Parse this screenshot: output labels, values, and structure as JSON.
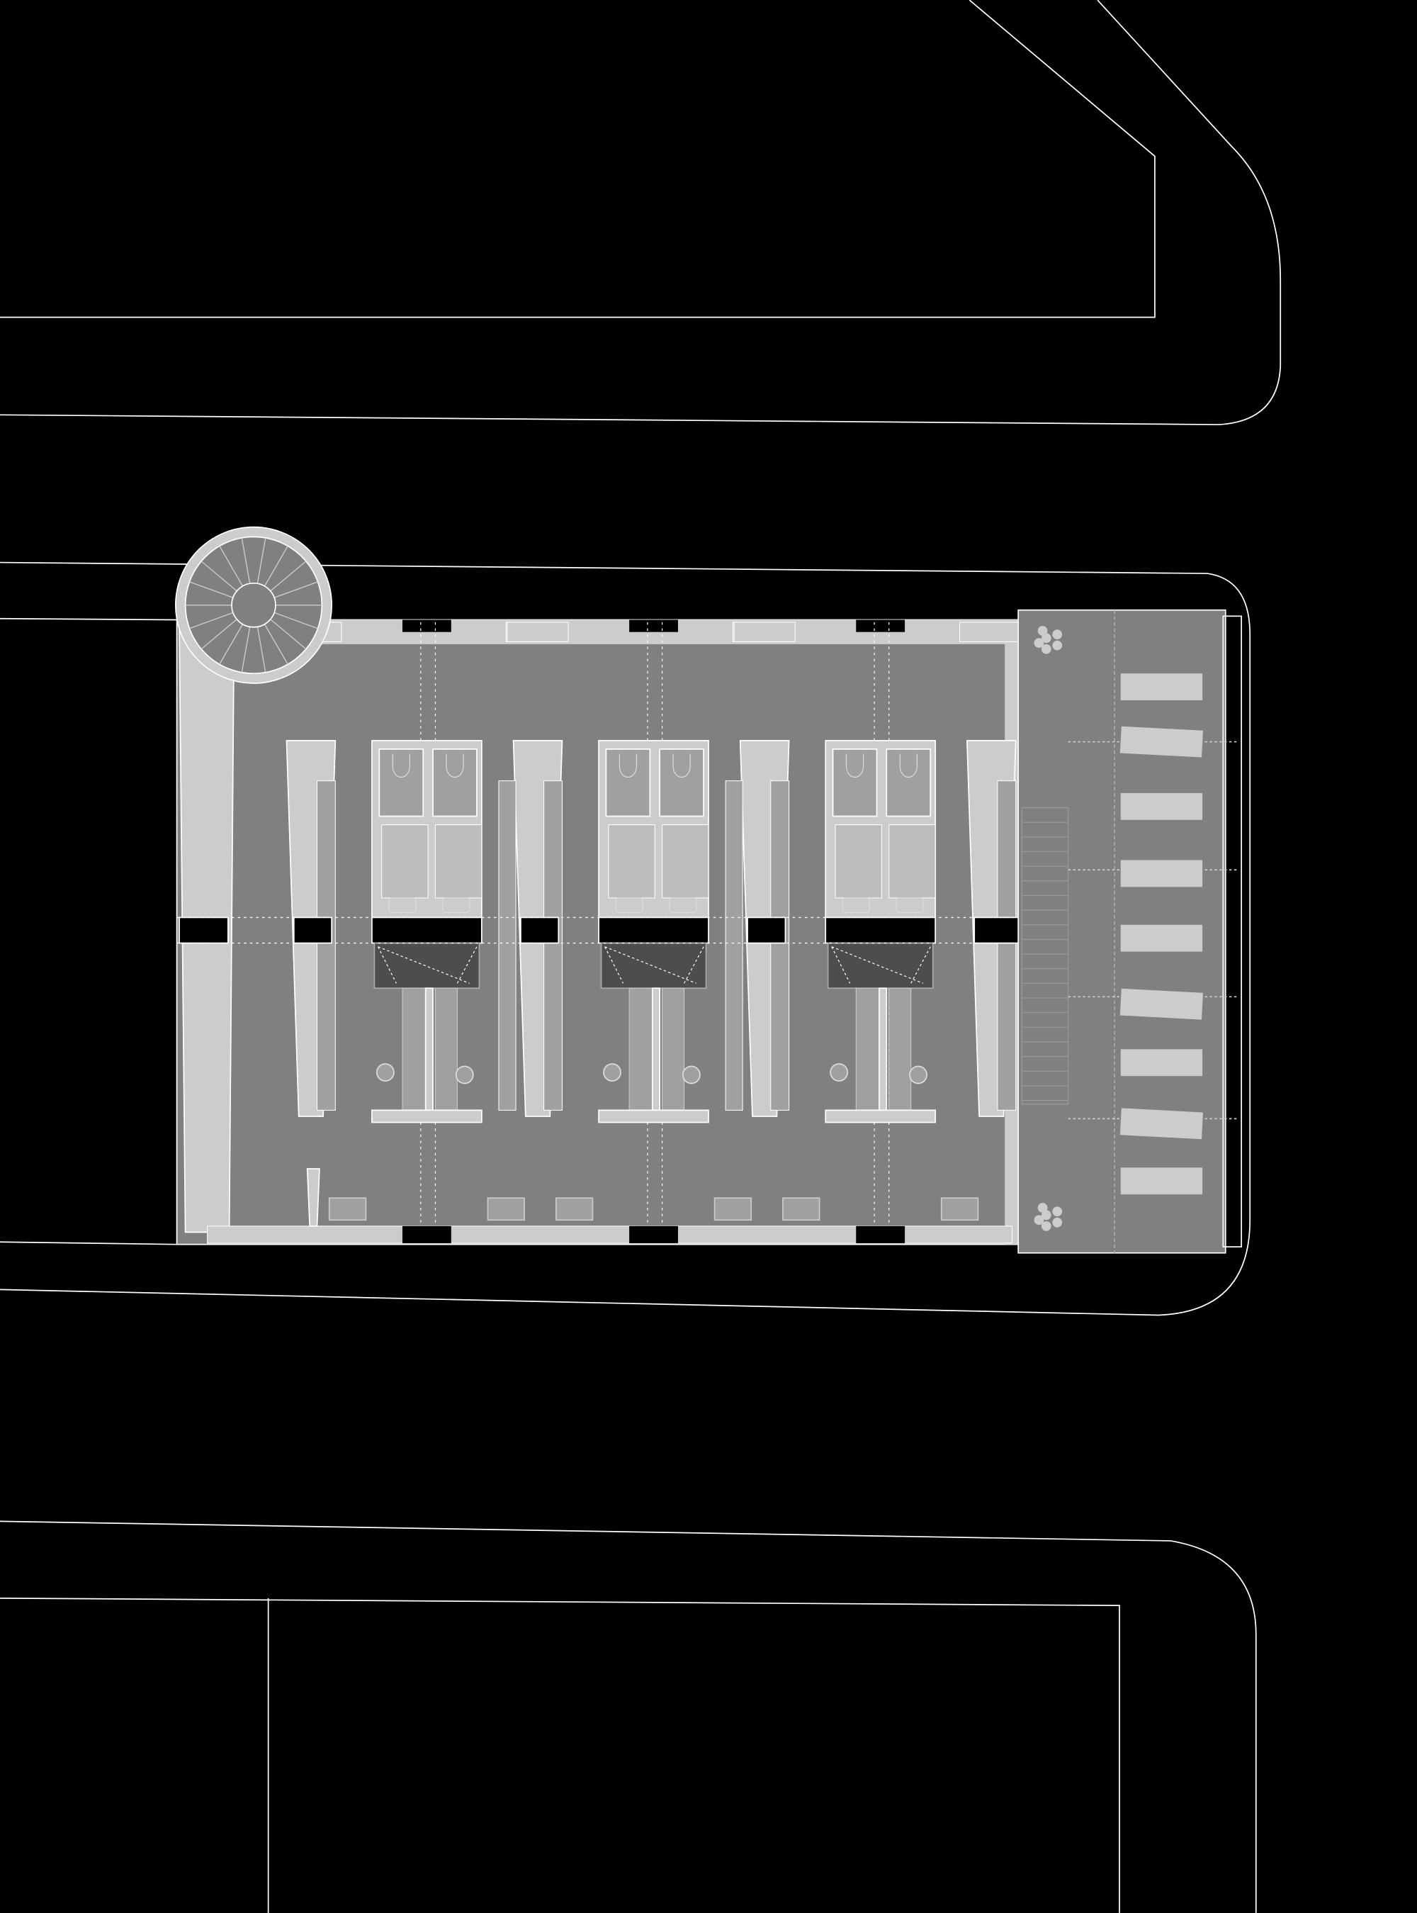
{
  "drawing": {
    "type": "architectural-floor-plan",
    "colors": {
      "background": "#000000",
      "line": "#ffffff",
      "floor": "#808080",
      "wall": "#cccccc",
      "furniture": "#bdbdbd",
      "column": "#000000",
      "shaft": "#4d4d4d"
    },
    "unit_module_count": 3,
    "rooms_per_module": 2,
    "parking_bays": 9
  }
}
